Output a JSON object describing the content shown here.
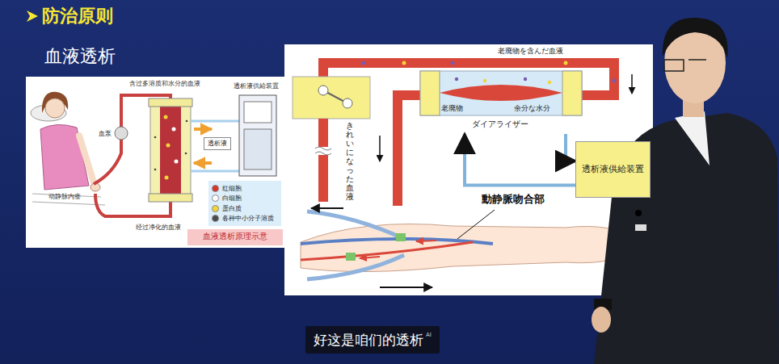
{
  "diagram": {
    "title": "防治原则",
    "nodes": [
      {
        "text": [
          "透析液供給装置"
        ]
      },
      {
        "text": [
          "透析液"
        ]
      },
      {
        "text": [
          "血液透析原理示意"
        ]
      },
      {
        "text": [
          "老廃物",
          "余分な水分",
          "ダイアライザー"
        ]
      },
      {
        "text": [
          "透析液供給装置"
        ]
      },
      {
        "text": [
          "好这是咱们的透析",
          "AI"
        ]
      }
    ],
    "edges": [
      {
        "from": 3,
        "to": 4,
        "arrow": "to"
      },
      {
        "from": 4,
        "to": 3,
        "arrow": "to"
      }
    ],
    "labels": [
      "血液透析",
      "含过多溶质和水分的血液",
      "血泵",
      "动静脉内瘘",
      "经过净化的血液",
      "老廃物を含んだ血液",
      "きれいになった血液",
      "動静脈吻合部"
    ],
    "legend": [
      {
        "text": "红细胞",
        "color": "#d8342c"
      },
      {
        "text": "白细胞",
        "color": "#ffffff"
      },
      {
        "text": "蛋白质",
        "color": "#f2d43a"
      },
      {
        "text": "各种中小分子溶质",
        "color": "#4a4a4a"
      }
    ]
  }
}
